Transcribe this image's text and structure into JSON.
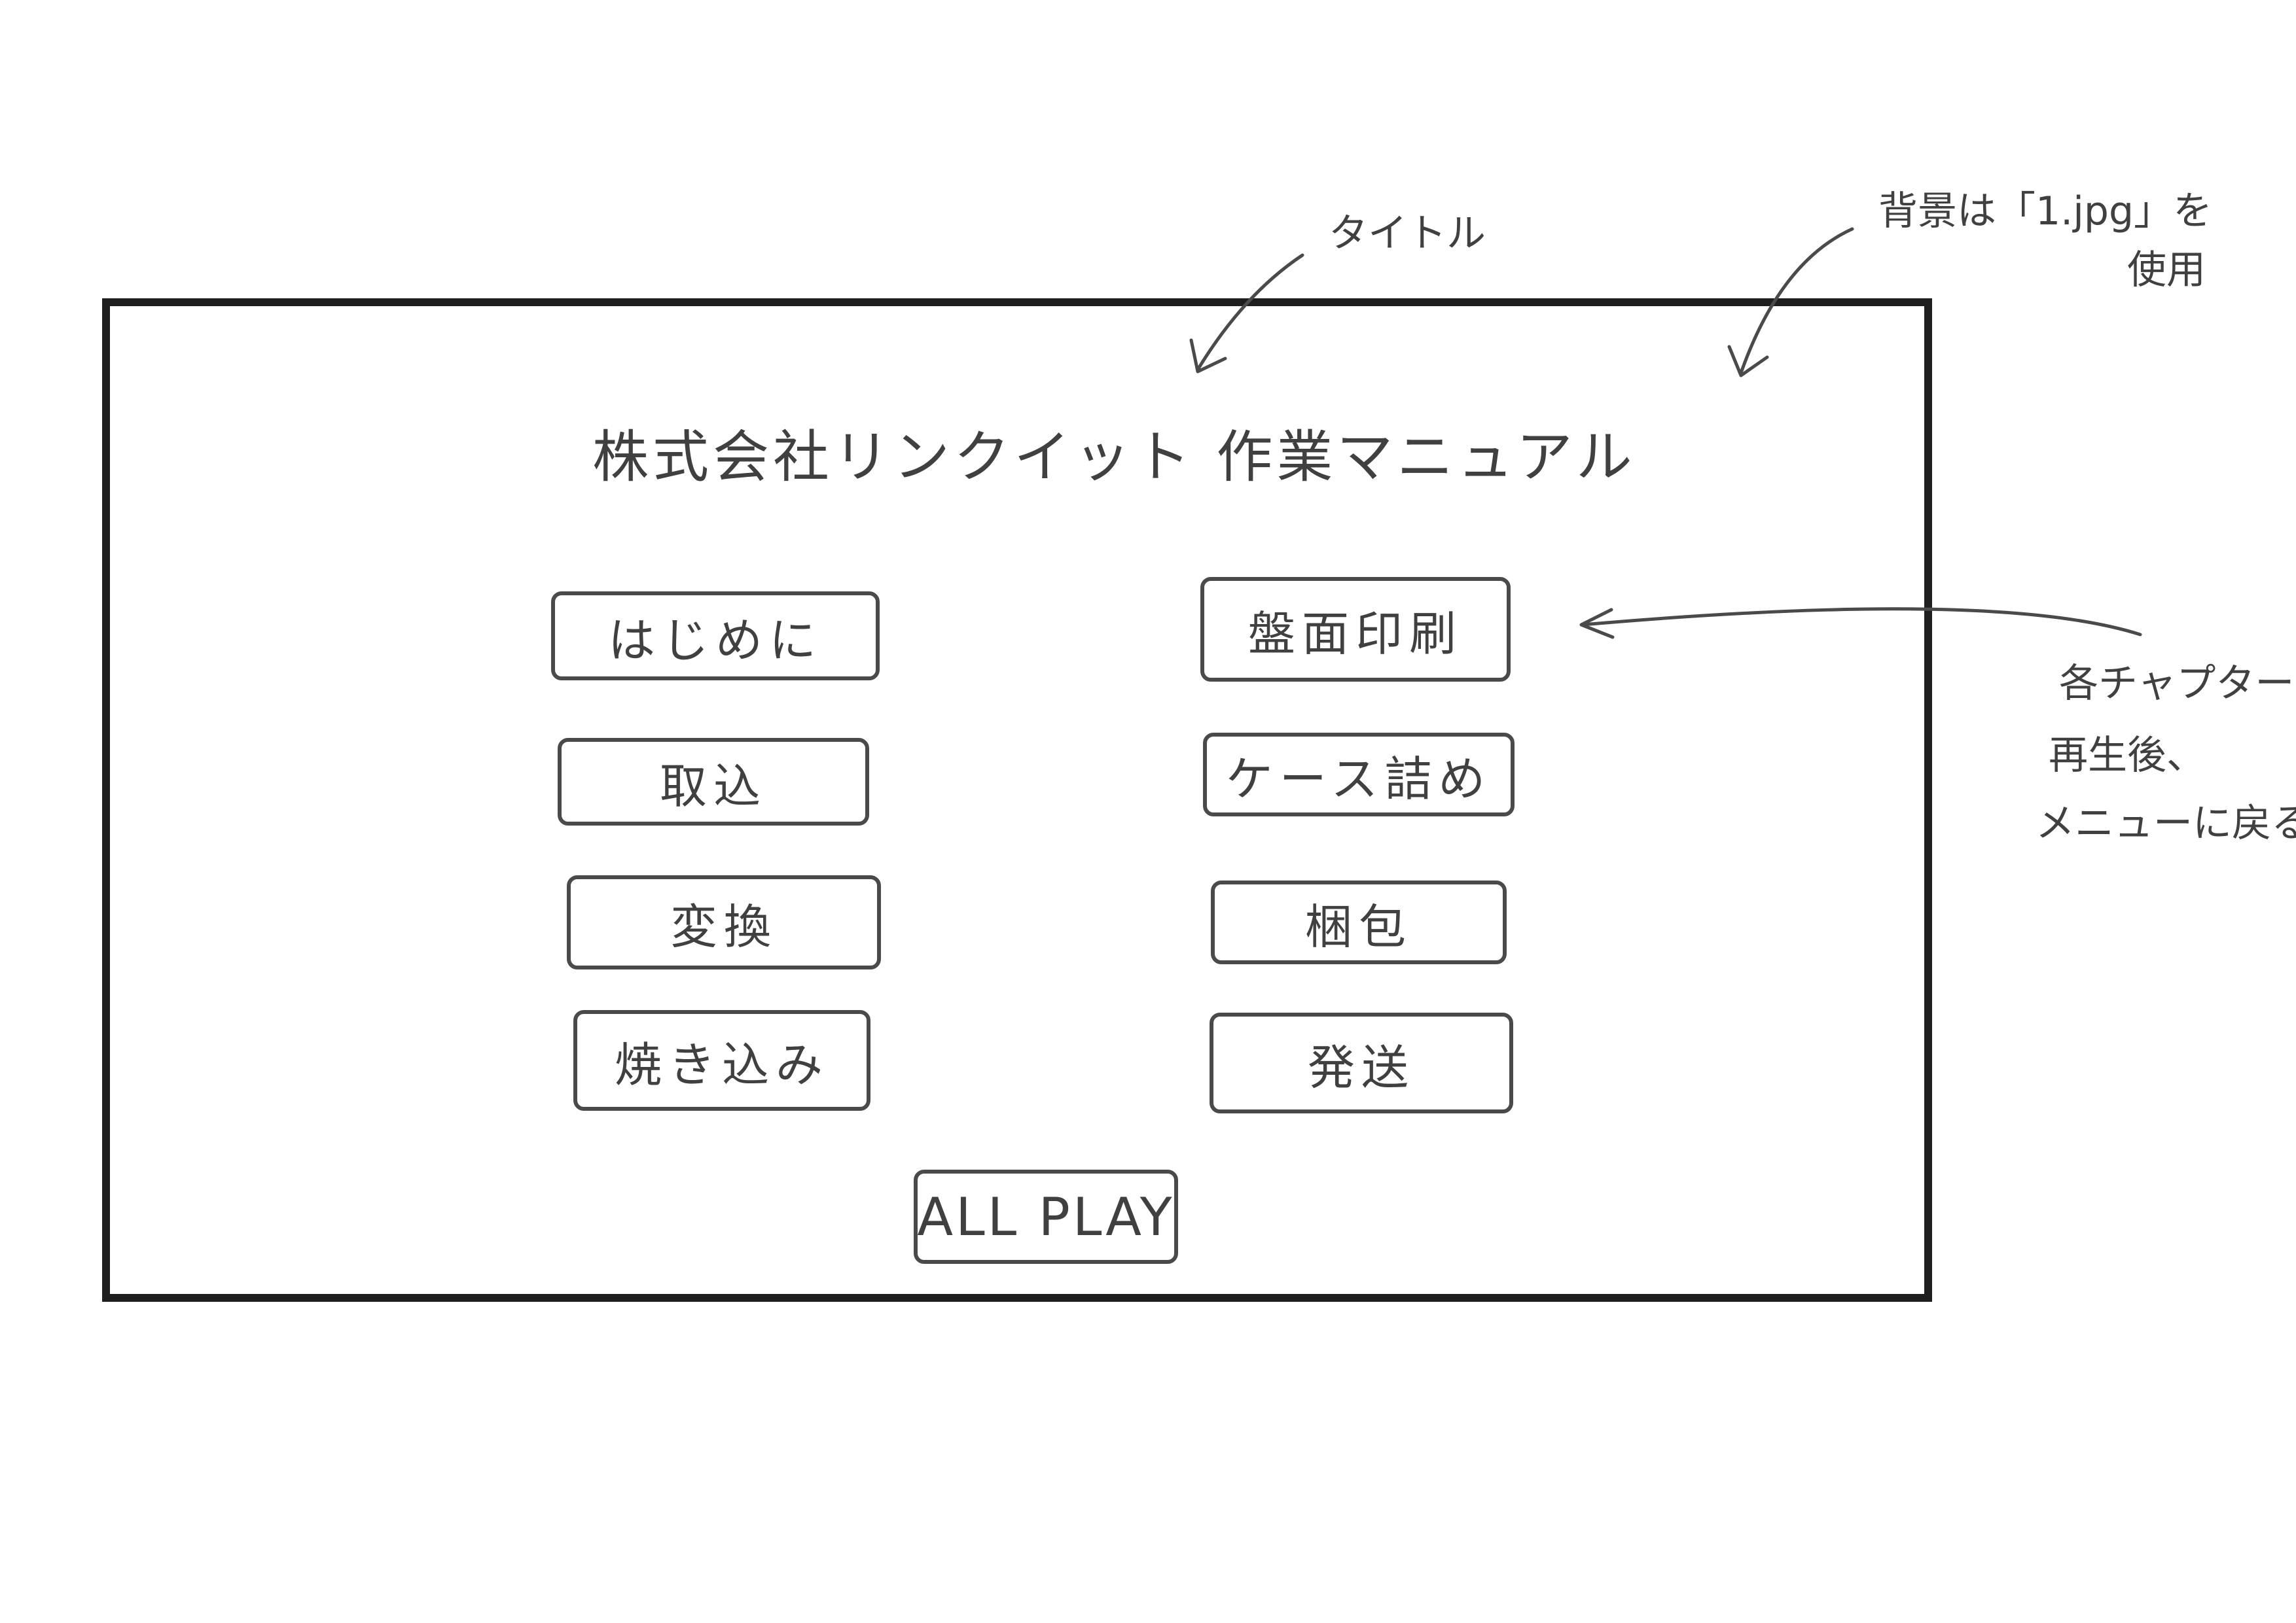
{
  "screen": {
    "title": "株式会社リンクイット 作業マニュアル",
    "buttons": {
      "hajimeni": "はじめに",
      "torikomi": "取込",
      "henkan": "変換",
      "yakikomi": "焼き込み",
      "banmen_insatsu": "盤面印刷",
      "case_zume": "ケース詰め",
      "konpou": "梱包",
      "hassou": "発送",
      "all_play": "ALL PLAY"
    }
  },
  "annotations": {
    "title_note": "タイトル",
    "background_note_line1": "背景は「1.jpg」を",
    "background_note_line2": "使用",
    "chapter_note_line1": "各チャプター",
    "chapter_note_line2": "再生後、",
    "chapter_note_line3": "メニューに戻る"
  }
}
